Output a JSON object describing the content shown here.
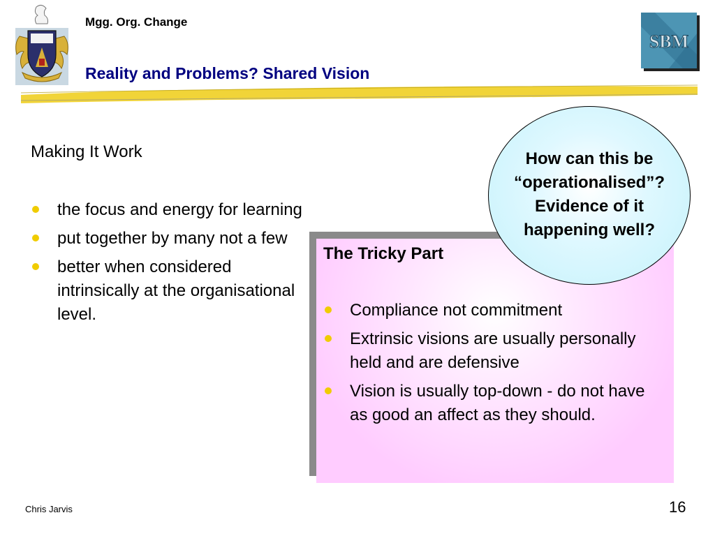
{
  "header": {
    "course": "Mgg. Org. Change",
    "title": "Reality and Problems? Shared Vision"
  },
  "left": {
    "heading": "Making It Work",
    "bullets": [
      "the focus and energy for learning",
      "put together by many not a few",
      "better when considered intrinsically at the organisational level."
    ]
  },
  "callout": {
    "lines": [
      "How can this be",
      "“operationalised”?",
      "Evidence of it",
      "happening well?"
    ]
  },
  "tricky_box": {
    "title": "The Tricky Part",
    "bullets": [
      "Compliance not commitment",
      "Extrinsic visions are usually personally held and are defensive",
      "Vision is usually top-down - do not have as good an affect as they should."
    ]
  },
  "footer": {
    "author": "Chris Jarvis",
    "page_number": "16"
  },
  "logos": {
    "right_logo": "SBM"
  },
  "colors": {
    "title": "#000080",
    "bullet": "#f0cc00",
    "tricky_bg": "#ffccff",
    "callout_bg": "#c4f2fb"
  }
}
